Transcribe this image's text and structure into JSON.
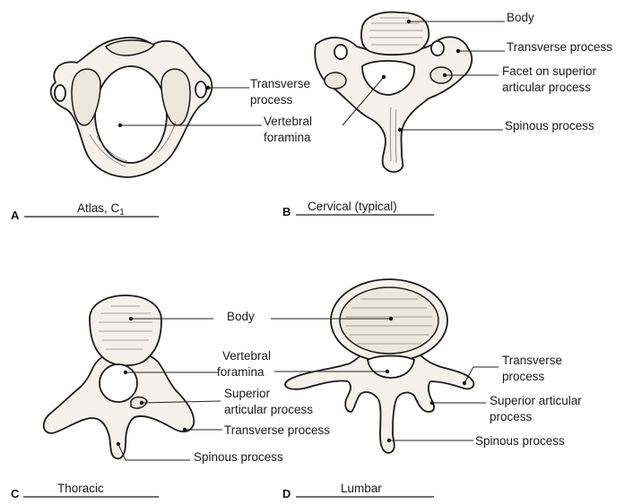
{
  "panels": {
    "A": {
      "letter": "A",
      "caption": "Atlas, C",
      "caption_sub": "1",
      "labels": {
        "transverse_1": "Transverse",
        "transverse_2": "process",
        "foramina_1": "Vertebral",
        "foramina_2": "foramina"
      }
    },
    "B": {
      "letter": "B",
      "caption": "Cervical (typical)",
      "labels": {
        "body": "Body",
        "transverse": "Transverse process",
        "facet_1": "Facet on superior",
        "facet_2": "articular process",
        "spinous": "Spinous process"
      }
    },
    "C": {
      "letter": "C",
      "caption": "Thoracic",
      "labels": {
        "body": "Body",
        "foramina_1": "Vertebral",
        "foramina_2": "foramina",
        "superior_1": "Superior",
        "superior_2": "articular process",
        "transverse": "Transverse process",
        "spinous": "Spinous process"
      }
    },
    "D": {
      "letter": "D",
      "caption": "Lumbar",
      "labels": {
        "transverse_1": "Transverse",
        "transverse_2": "process",
        "superior_1": "Superior articular",
        "superior_2": "process",
        "spinous": "Spinous process"
      }
    }
  }
}
